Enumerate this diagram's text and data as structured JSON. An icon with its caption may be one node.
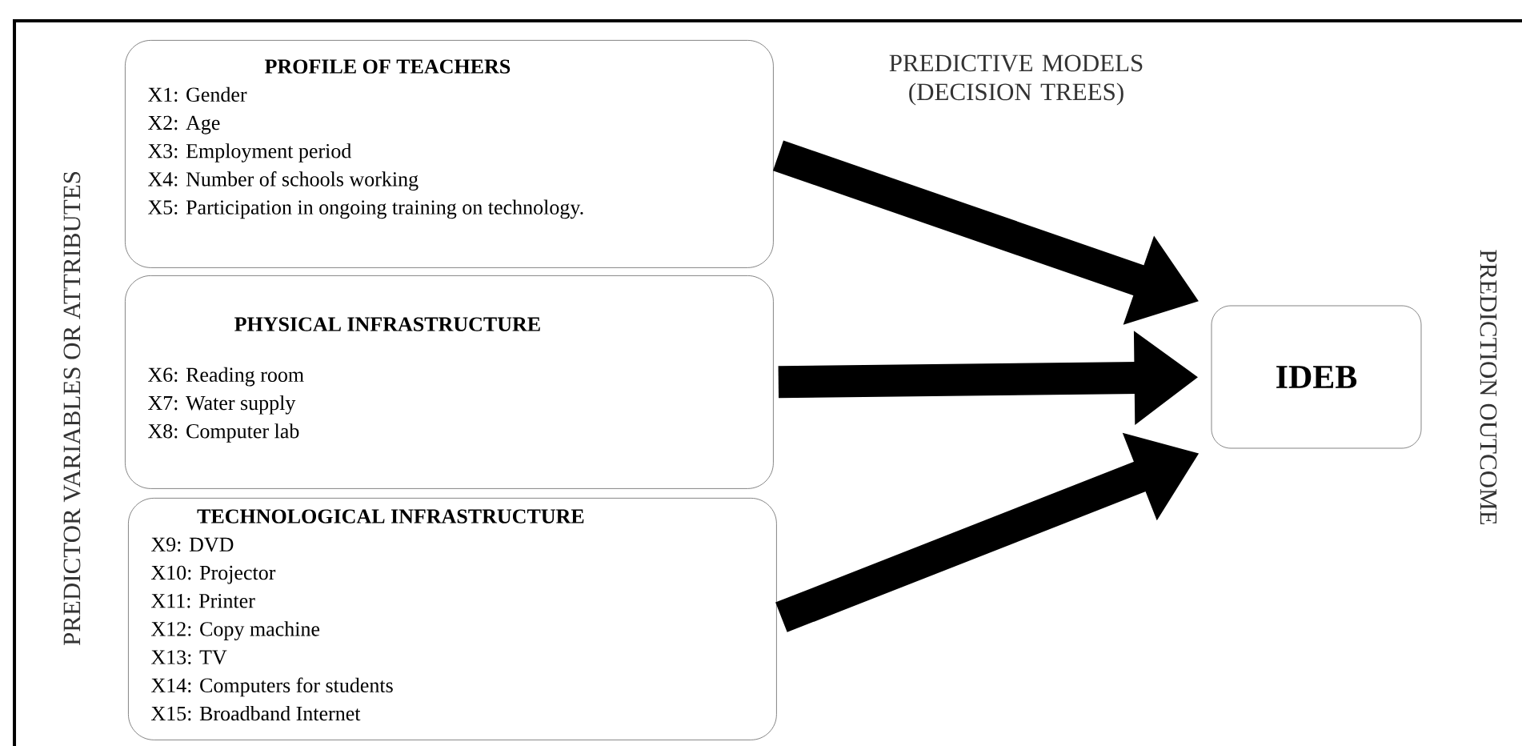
{
  "diagram": {
    "nodes": [
      {
        "text": [
          "PROFILE OF TEACHERS",
          "X1: Gender",
          "X2: Age",
          "X3: Employment period",
          "X4: Number of schools working",
          "X5: Participation in ongoing training on technology."
        ]
      },
      {
        "text": [
          "PHYSICAL INFRASTRUCTURE",
          "X6: Reading room",
          "X7: Water supply",
          "X8: Computer lab"
        ]
      },
      {
        "text": [
          "TECHNOLOGICAL INFRASTRUCTURE",
          "X9: DVD",
          "X10: Projector",
          "X11: Printer",
          "X12: Copy machine",
          "X13: TV",
          "X14: Computers for students",
          "X15: Broadband Internet"
        ]
      },
      {
        "text": [
          "IDEB"
        ]
      }
    ],
    "edges": [
      {
        "from": 0,
        "to": 3,
        "arrow": "to"
      },
      {
        "from": 1,
        "to": 3,
        "arrow": "to"
      },
      {
        "from": 2,
        "to": 3,
        "arrow": "to"
      }
    ],
    "labels": [
      "PREDICTIVE MODELS (DECISION TREES)",
      "PREDICTOR VARIABLES OR ATTRIBUTES",
      "PREDICTION OUTCOME"
    ]
  }
}
